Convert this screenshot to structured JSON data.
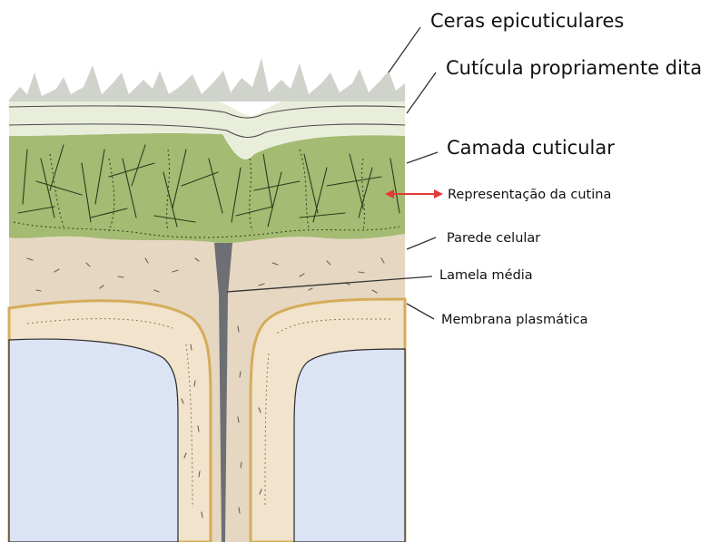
{
  "labels": {
    "ceras": "Ceras epicuticulares",
    "cuticula": "Cutícula propriamente dita",
    "camada": "Camada cuticular",
    "cutina": "Representação da cutina",
    "parede": "Parede celular",
    "lamela": "Lamela média",
    "membrana": "Membrana plasmática"
  },
  "colors": {
    "wax": "#d0d2cc",
    "cuticle": "#e9eedb",
    "cuticular_layer": "#a3bb72",
    "cell_wall": "#e6d7c2",
    "cell_wall_inner": "#f1e3cc",
    "membrane": "#d5ac5a",
    "cytoplasm": "#dbe3f4",
    "middle_lamella": "#6d6f75",
    "cutin_arrow": "#e53935"
  }
}
